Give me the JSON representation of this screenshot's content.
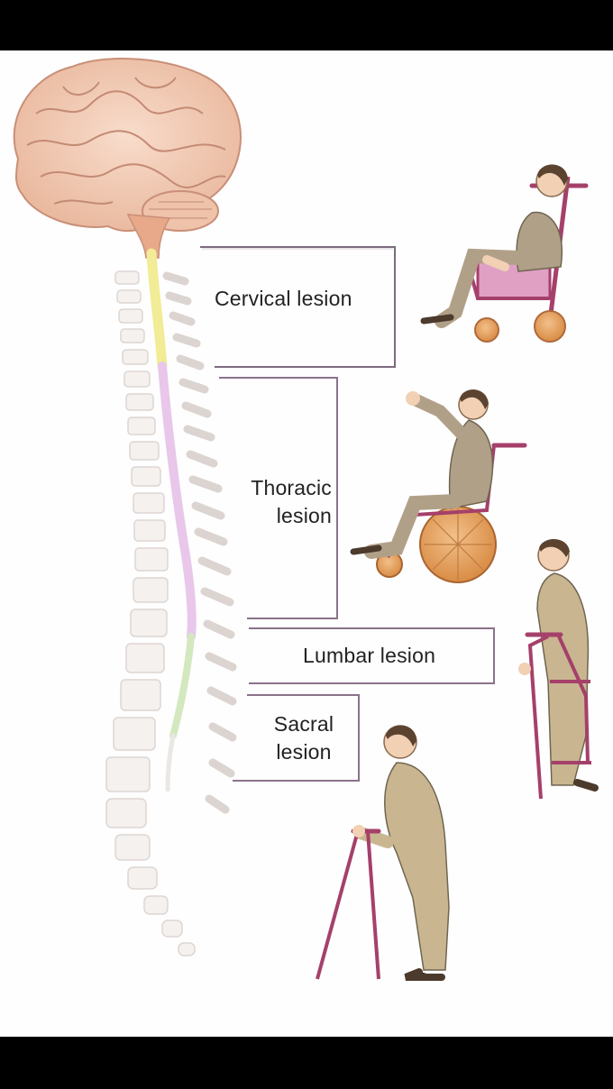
{
  "labels": {
    "cervical": "Cervical lesion",
    "thoracic": "Thoracic\nlesion",
    "lumbar": "Lumbar lesion",
    "sacral": "Sacral\nlesion"
  },
  "colors": {
    "background": "#fefefe",
    "bracket_line": "#8a7289",
    "brain": "#f2c9b3",
    "cord_cervical": "#f4ef9c",
    "cord_thoracic": "#e7c6ea",
    "cord_lumbar": "#d7ebc3",
    "vertebra": "#f3f0ee",
    "wheelchair_frame": "#a5406a",
    "wheel": "#e3a45f",
    "clothing": "#c9b691",
    "skin": "#f1d0b4"
  }
}
